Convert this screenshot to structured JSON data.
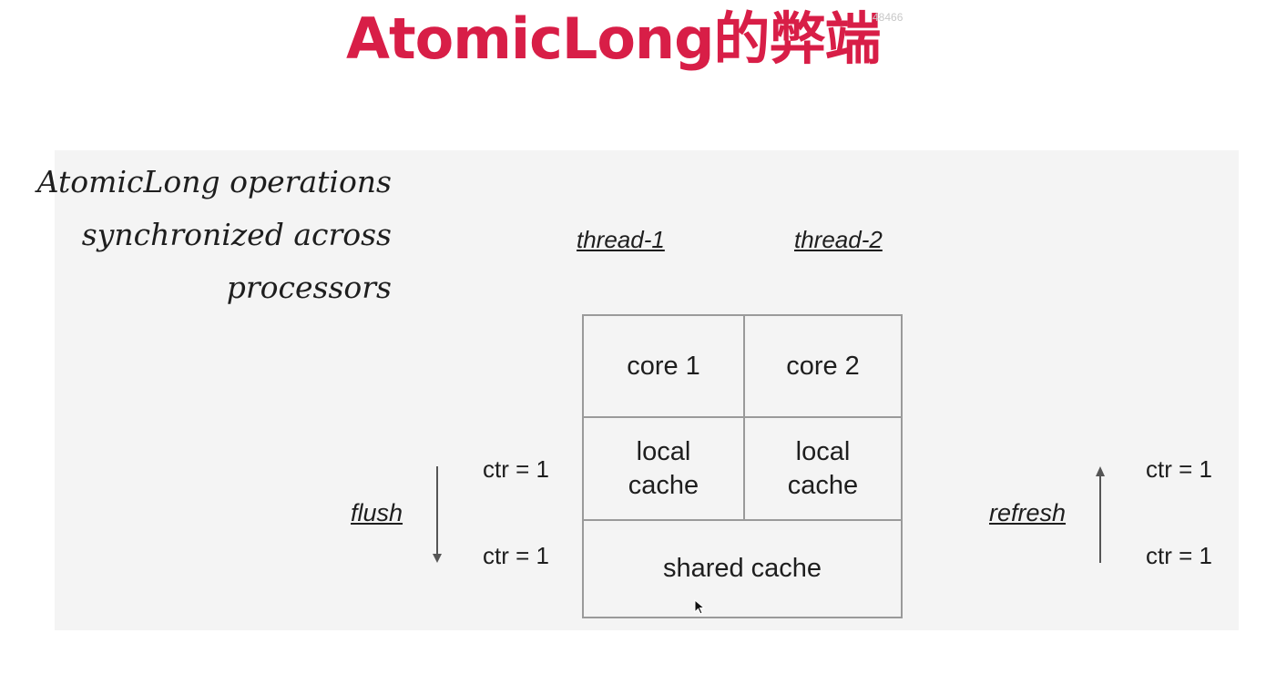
{
  "title": "AtomicLong的弊端",
  "watermark": "48466",
  "note": {
    "lines": [
      "AtomicLong operations",
      "synchronized across",
      "processors"
    ]
  },
  "threads": [
    "thread-1",
    "thread-2"
  ],
  "cores": [
    "core 1",
    "core 2"
  ],
  "local_caches": [
    {
      "line1": "local",
      "line2": "cache"
    },
    {
      "line1": "local",
      "line2": "cache"
    }
  ],
  "shared_cache": "shared cache",
  "flush": {
    "label": "flush",
    "ctr_top": "ctr = 1",
    "ctr_bottom": "ctr = 1"
  },
  "refresh": {
    "label": "refresh",
    "ctr_top": "ctr = 1",
    "ctr_bottom": "ctr = 1"
  },
  "colors": {
    "title": "#d81e47",
    "panel": "#f4f4f4",
    "grid_line": "#9a9a9a"
  }
}
